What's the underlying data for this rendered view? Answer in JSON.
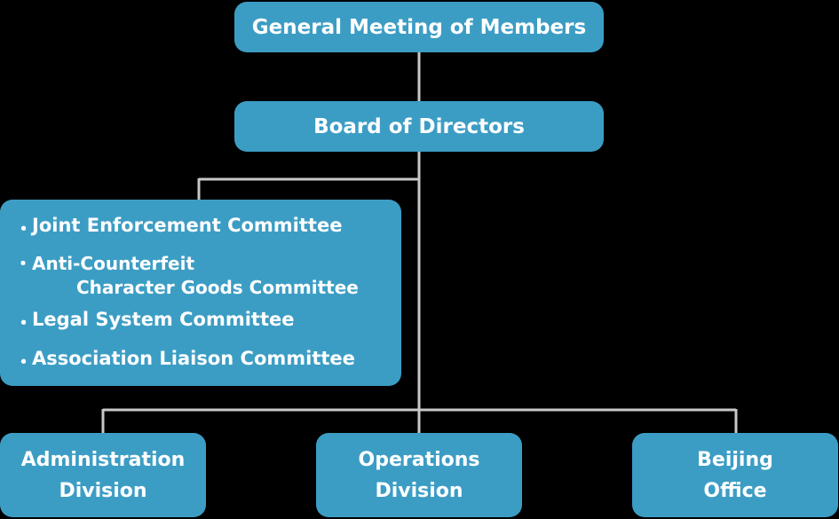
{
  "chart_data": {
    "type": "org-chart",
    "nodes": {
      "general_meeting": "General Meeting of Members",
      "board": "Board of Directors",
      "committees": [
        {
          "line1": "Joint Enforcement Committee",
          "line2": ""
        },
        {
          "line1": "Anti-Counterfeit",
          "line2": "Character Goods Committee"
        },
        {
          "line1": "Legal System Committee",
          "line2": ""
        },
        {
          "line1": "Association Liaison Committee",
          "line2": ""
        }
      ],
      "bullet": "・",
      "divisions": [
        {
          "line1": "Administration",
          "line2": "Division"
        },
        {
          "line1": "Operations",
          "line2": "Division"
        },
        {
          "line1": "Beijing",
          "line2": "Office"
        }
      ]
    },
    "edges": [
      [
        "general_meeting",
        "board"
      ],
      [
        "board",
        "committees"
      ],
      [
        "board",
        "divisions.0"
      ],
      [
        "board",
        "divisions.1"
      ],
      [
        "board",
        "divisions.2"
      ]
    ]
  },
  "colors": {
    "background": "#000000",
    "box_fill": "#3c9dc4",
    "text": "#ffffff",
    "connector": "#c8c8c8"
  }
}
